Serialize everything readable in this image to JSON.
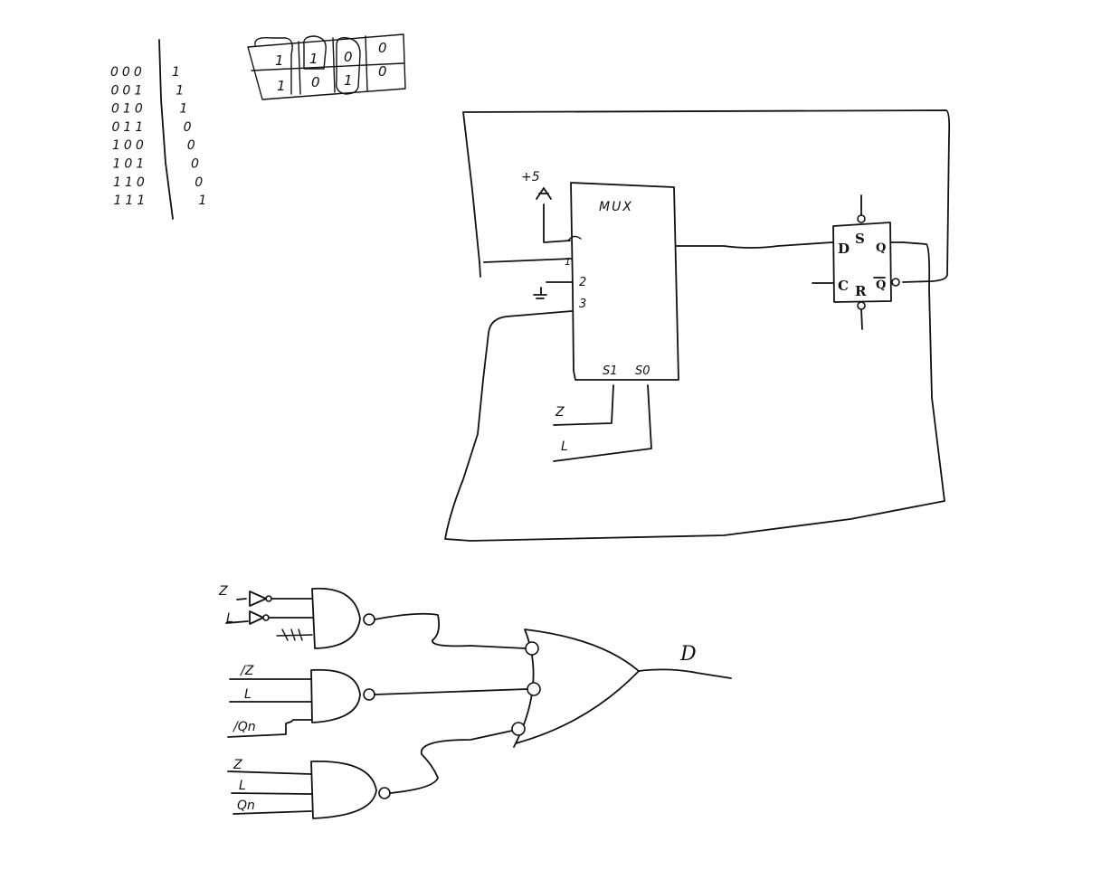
{
  "truth_table": {
    "rows": [
      {
        "inputs": "000",
        "output": "1"
      },
      {
        "inputs": "001",
        "output": "1"
      },
      {
        "inputs": "010",
        "output": "1"
      },
      {
        "inputs": "011",
        "output": "0"
      },
      {
        "inputs": "100",
        "output": "0"
      },
      {
        "inputs": "101",
        "output": "0"
      },
      {
        "inputs": "110",
        "output": "0"
      },
      {
        "inputs": "111",
        "output": "1"
      }
    ]
  },
  "kmap": {
    "row1": [
      "1",
      "1",
      "0",
      "0"
    ],
    "row2": [
      "1",
      "0",
      "1",
      "0"
    ]
  },
  "mux": {
    "title": "MUX",
    "supply": "+5",
    "pin1": "1",
    "pin2": "2",
    "pin3": "3",
    "sel1": "S1",
    "sel0": "S0",
    "input_z": "Z",
    "input_l": "L"
  },
  "flipflop": {
    "d": "D",
    "s": "S",
    "c": "C",
    "r": "R",
    "q": "Q",
    "qbar": "Q"
  },
  "gates": {
    "gate1": {
      "in1": "Z",
      "in2": "L"
    },
    "gate2": {
      "in1": "/Z",
      "in2": "L",
      "in3": "/Qn"
    },
    "gate3": {
      "in1": "Z",
      "in2": "L",
      "in3": "Qn"
    },
    "output": "D"
  }
}
